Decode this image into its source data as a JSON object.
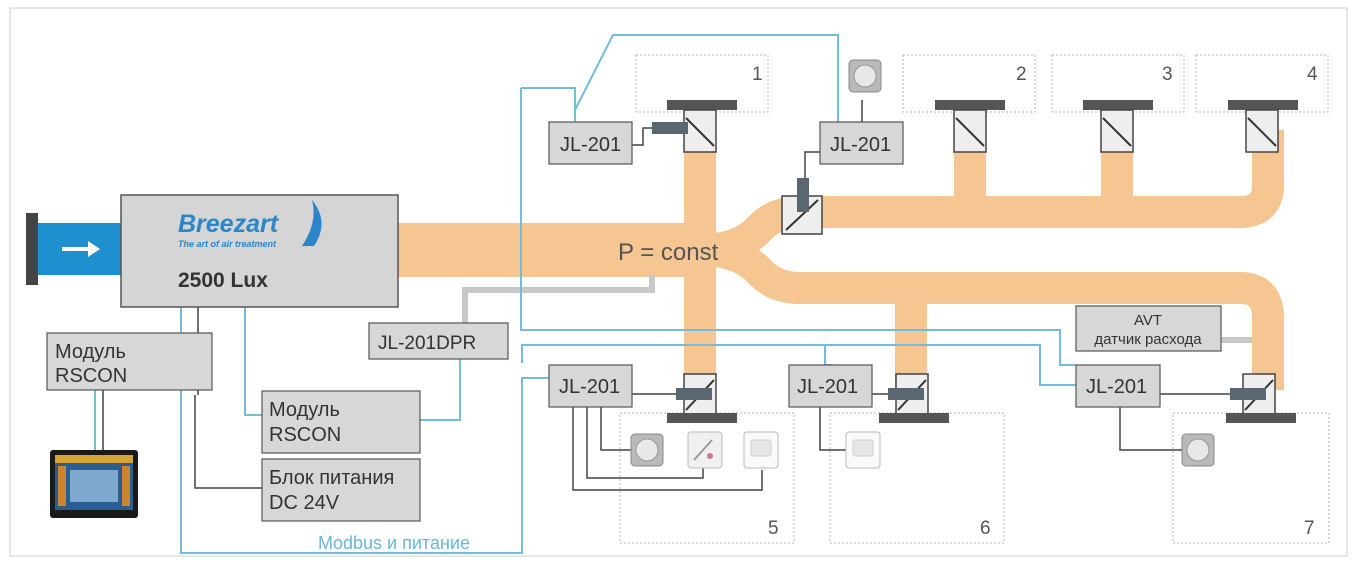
{
  "brand": {
    "name": "Breezart",
    "tagline": "The art of air treatment",
    "model": "2500 Lux"
  },
  "center_label": "P = const",
  "modbus_label": "Modbus и питание",
  "controllers": {
    "top_left": "JL-201",
    "top_mid": "JL-201",
    "bottom_1": "JL-201",
    "bottom_2": "JL-201",
    "bottom_3": "JL-201",
    "pressure": "JL-201DPR"
  },
  "avt_sensor": {
    "line1": "AVT",
    "line2": "датчик расхода"
  },
  "modules": {
    "rscon_left": {
      "line1": "Модуль",
      "line2": "RSCON"
    },
    "rscon_center": {
      "line1": "Модуль",
      "line2": "RSCON"
    },
    "power": {
      "line1": "Блок питания",
      "line2": "DC 24V"
    }
  },
  "zones": {
    "z1": "1",
    "z2": "2",
    "z3": "3",
    "z4": "4",
    "z5": "5",
    "z6": "6",
    "z7": "7"
  },
  "colors": {
    "duct": "#f5c592",
    "bus": "#74bcde",
    "box_fill": "#d7d7d7",
    "box_stroke": "#555555",
    "inlet": "#1e8fcf",
    "wire": "#444444",
    "pressure_tube": "#c8c8c8"
  },
  "icons": [
    "thermostat-knob-icon",
    "co2-sensor-icon",
    "motion-sensor-icon",
    "touch-panel-icon",
    "damper-icon",
    "arrow-right-icon"
  ]
}
